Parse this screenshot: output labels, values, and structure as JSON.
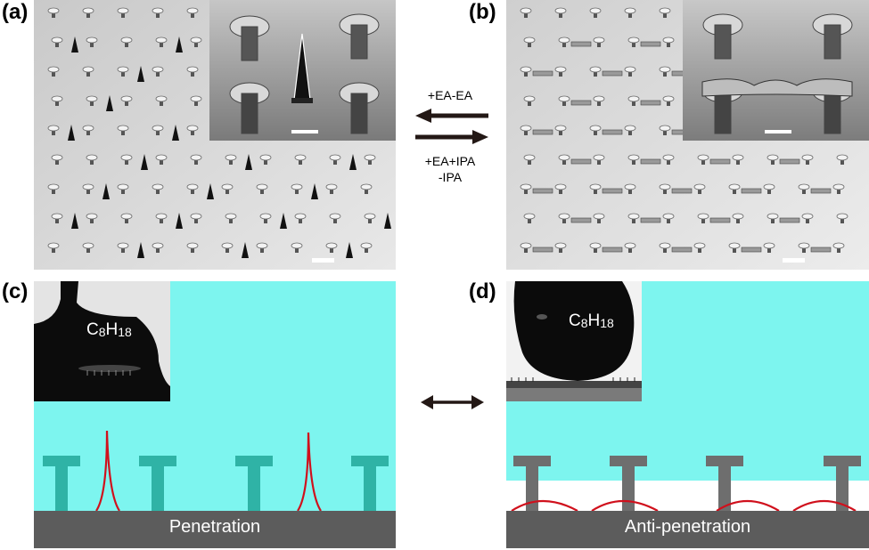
{
  "panels": {
    "a": "(a)",
    "b": "(b)",
    "c": "(c)",
    "d": "(d)"
  },
  "arrows": {
    "left_label": "+EA-EA",
    "right_label_line1": "+EA+IPA",
    "right_label_line2": "-IPA"
  },
  "droplet_c": {
    "chem": "C",
    "sub1": "8",
    "chem2": "H",
    "sub2": "18"
  },
  "droplet_d": {
    "chem": "C",
    "sub1": "8",
    "chem2": "H",
    "sub2": "18"
  },
  "labels": {
    "penetration": "Penetration",
    "anti_penetration": "Anti-penetration"
  },
  "colors": {
    "liquid": "#7df5ef",
    "pillar_teal": "#2fb3a6",
    "pillar_gray": "#6e6e6e",
    "substrate": "#5c5c5c",
    "fiber_red": "#d0101c",
    "arrow": "#231815"
  }
}
